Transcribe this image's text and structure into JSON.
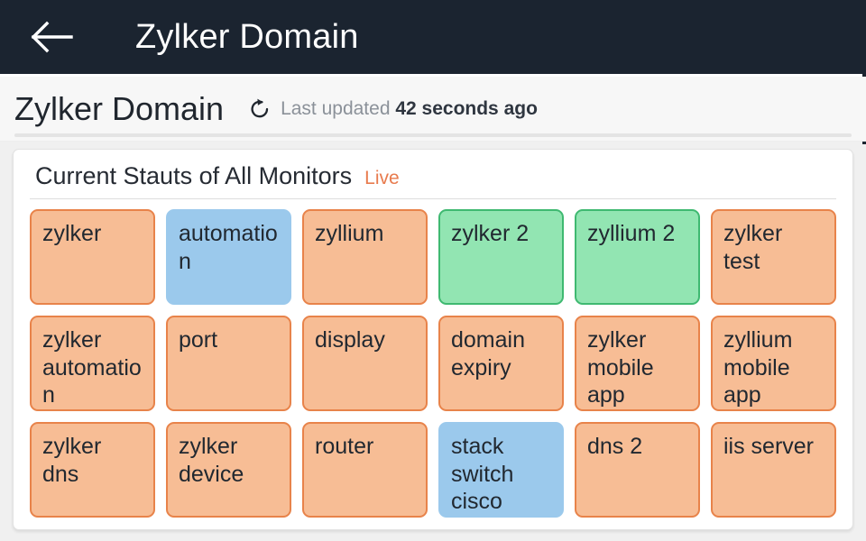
{
  "appbar": {
    "back_icon": "back-arrow-icon",
    "title": "Zylker Domain"
  },
  "subheader": {
    "title": "Zylker Domain",
    "refresh_icon": "refresh-icon",
    "updated_prefix": "Last updated ",
    "updated_value": "42 seconds ago"
  },
  "card": {
    "title": "Current Stauts of All Monitors",
    "live_label": "Live"
  },
  "colors": {
    "appbar_bg": "#1b2430",
    "page_bg": "#f0f0f0",
    "critical_fill": "#f7bd95",
    "critical_border": "#e8834a",
    "up_fill": "#92e5b2",
    "up_border": "#3fb971",
    "suspended_fill": "#9bc9ec",
    "live_text": "#e87b4e"
  },
  "monitors": [
    {
      "name": "zylker",
      "status": "critical"
    },
    {
      "name": "automation",
      "status": "suspended"
    },
    {
      "name": "zyllium",
      "status": "critical"
    },
    {
      "name": "zylker 2",
      "status": "up"
    },
    {
      "name": "zyllium 2",
      "status": "up"
    },
    {
      "name": "zylker test",
      "status": "critical"
    },
    {
      "name": "zylker automation",
      "status": "critical"
    },
    {
      "name": "port",
      "status": "critical"
    },
    {
      "name": "display",
      "status": "critical"
    },
    {
      "name": "domain expiry",
      "status": "critical"
    },
    {
      "name": "zylker mobile app",
      "status": "critical"
    },
    {
      "name": "zyllium mobile app",
      "status": "critical"
    },
    {
      "name": "zylker dns",
      "status": "critical"
    },
    {
      "name": "zylker device",
      "status": "critical"
    },
    {
      "name": "router",
      "status": "critical"
    },
    {
      "name": "stack switch cisco",
      "status": "suspended"
    },
    {
      "name": "dns 2",
      "status": "critical"
    },
    {
      "name": "iis server",
      "status": "critical"
    }
  ]
}
